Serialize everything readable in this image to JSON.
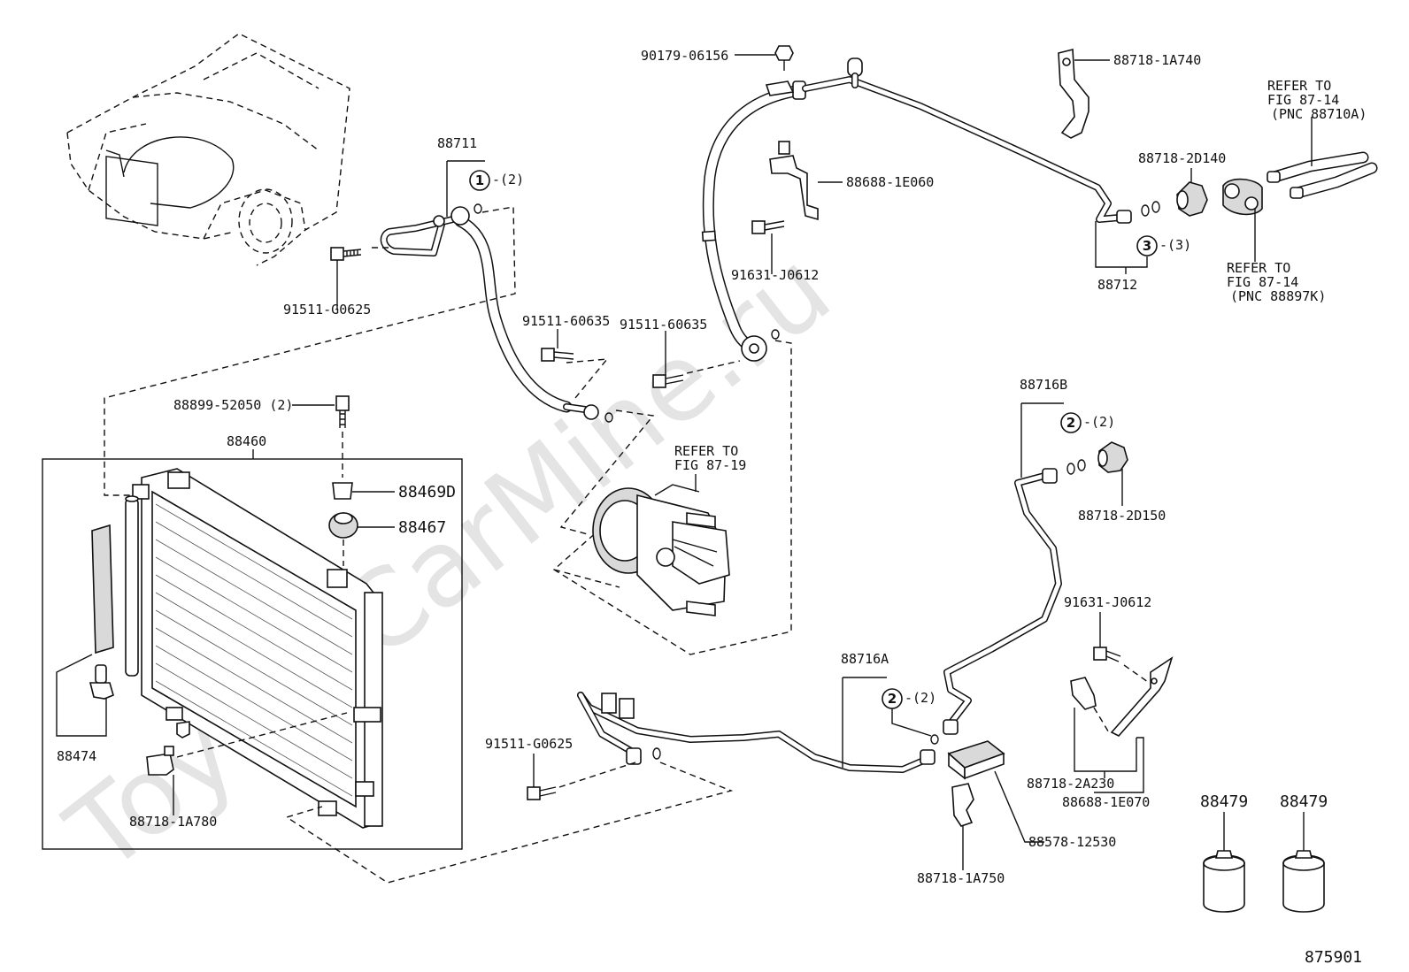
{
  "diagram": {
    "watermark": "ToyotaCarMine.ru",
    "figure_id": "875901",
    "labels": {
      "hose_88711": "88711",
      "qty_88711": "-(2)",
      "bolt_91511_G0625_top": "91511-G0625",
      "bolt_91511_60635_left": "91511-60635",
      "bolt_91511_60635_right": "91511-60635",
      "nut_90179": "90179-06156",
      "bracket_88688_1E060": "88688-1E060",
      "bolt_91631_J0612_top": "91631-J0612",
      "bracket_88718_1A740": "88718-1A740",
      "cap_88718_2D140": "88718-2D140",
      "refer_87_14_a_line1": "REFER TO",
      "refer_87_14_a_line2": "FIG 87-14",
      "refer_87_14_a_line3": "(PNC 88710A)",
      "refer_87_14_b_line1": "REFER TO",
      "refer_87_14_b_line2": "FIG 87-14",
      "refer_87_14_b_line3": "(PNC 88897K)",
      "pipe_88712": "88712",
      "qty_88712": "-(3)",
      "bolt_88899": "88899-52050 (2)",
      "condenser_88460": "88460",
      "cap_88469D": "88469D",
      "cushion_88467": "88467",
      "refer_87_19_line1": "REFER TO",
      "refer_87_19_line2": "FIG 87-19",
      "pipe_88716B": "88716B",
      "qty_88716B": "-(2)",
      "cap_88718_2D150": "88718-2D150",
      "bolt_91631_J0612_right": "91631-J0612",
      "drier_88474": "88474",
      "clamp_88718_1A780": "88718-1A780",
      "pipe_88716A": "88716A",
      "qty_88716A": "-(2)",
      "bolt_91511_G0625_bottom": "91511-G0625",
      "clamp_88718_2A230": "88718-2A230",
      "bracket_88688_1E070": "88688-1E070",
      "pad_88578_12530": "88578-12530",
      "clamp_88718_1A750": "88718-1A750",
      "oil_88479_left": "88479",
      "oil_88479_right": "88479"
    },
    "callouts": {
      "oring_1": "1",
      "oring_2_top": "2",
      "oring_2_bottom": "2",
      "oring_3": "3"
    }
  }
}
